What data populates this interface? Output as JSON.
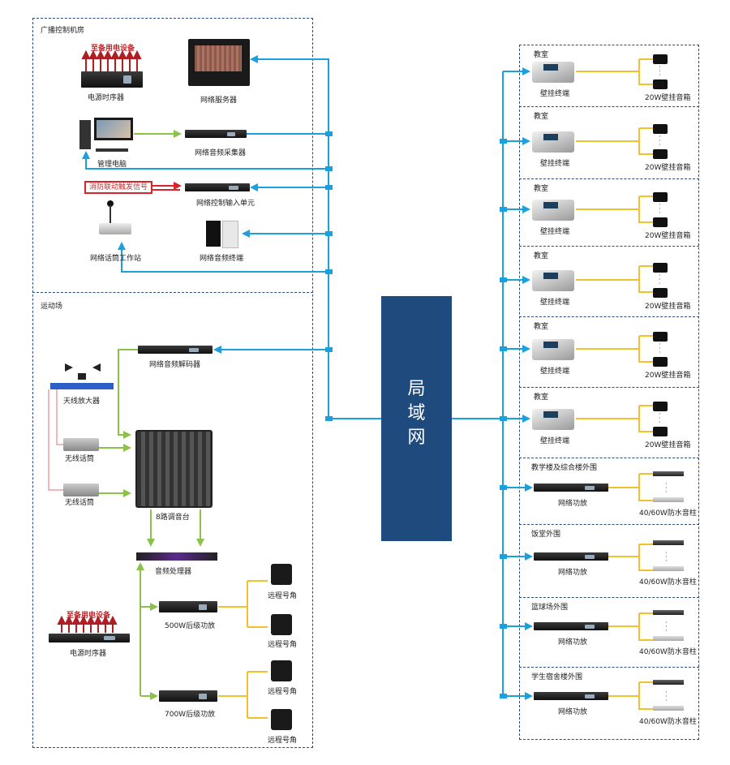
{
  "lan": {
    "label": "局域网",
    "chars": [
      "局",
      "域",
      "网"
    ]
  },
  "colors": {
    "network": "#1aa0dc",
    "audio": "#8bc34a",
    "speaker_line": "#f2c12e",
    "fire_signal": "#d7262b",
    "lan_box": "#1f4a7e",
    "zone_border": "#2a4a7a",
    "power_arrow": "#b01e23"
  },
  "control_room": {
    "title": "广播控制机房",
    "power_note": "至备用电设备",
    "power_sequencer": "电源时序器",
    "network_server": "网络服务器",
    "admin_pc": "管理电脑",
    "audio_collector": "网络音频采集器",
    "fire_signal": "消防联动触发信号",
    "control_input": "网络控制输入单元",
    "mic_station": "网络话筒工作站",
    "audio_terminal": "网络音频终端"
  },
  "sports_field": {
    "title": "运动场",
    "decoder": "网络音频解码器",
    "antenna_amp": "天线放大器",
    "wireless_mic_1": "无线话筒",
    "wireless_mic_2": "无线话筒",
    "mixer": "8路调音台",
    "processor": "音频处理器",
    "power_note": "至备用电设备",
    "power_sequencer": "电源时序器",
    "amp_500": "500W后级功放",
    "amp_700": "700W后级功放",
    "horns": [
      "远程号角",
      "远程号角",
      "远程号角",
      "远程号角"
    ]
  },
  "classrooms": [
    {
      "title": "教室",
      "terminal": "壁挂终端",
      "speakers": "20W壁挂音箱"
    },
    {
      "title": "教室",
      "terminal": "壁挂终端",
      "speakers": "20W壁挂音箱"
    },
    {
      "title": "教室",
      "terminal": "壁挂终端",
      "speakers": "20W壁挂音箱"
    },
    {
      "title": "教室",
      "terminal": "壁挂终端",
      "speakers": "20W壁挂音箱"
    },
    {
      "title": "教室",
      "terminal": "壁挂终端",
      "speakers": "20W壁挂音箱"
    },
    {
      "title": "教室",
      "terminal": "壁挂终端",
      "speakers": "20W壁挂音箱"
    }
  ],
  "outdoor_zones": [
    {
      "title": "教学楼及综合楼外围",
      "amp": "网络功放",
      "speakers": "40/60W防水音柱"
    },
    {
      "title": "饭堂外围",
      "amp": "网络功放",
      "speakers": "40/60W防水音柱"
    },
    {
      "title": "篮球场外围",
      "amp": "网络功放",
      "speakers": "40/60W防水音柱"
    },
    {
      "title": "学生宿舍楼外围",
      "amp": "网络功放",
      "speakers": "40/60W防水音柱"
    }
  ]
}
